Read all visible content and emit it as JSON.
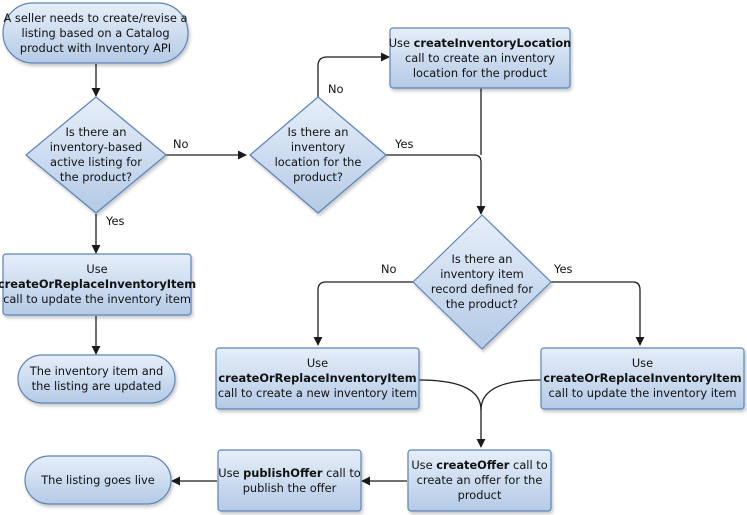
{
  "nodes": {
    "start": {
      "lines": [
        "A seller needs to create/revise a",
        "listing based on a Catalog",
        "product with Inventory API"
      ]
    },
    "q_active_listing": {
      "lines": [
        "Is there an",
        "inventory-based",
        "active listing for",
        "the product?"
      ]
    },
    "q_location": {
      "lines": [
        "Is there an",
        "inventory",
        "location for the",
        "product?"
      ]
    },
    "create_location": {
      "line1_prefix": "Use ",
      "line1_bold": "createInventoryLocation",
      "lines_rest": [
        "call to create an inventory",
        "location for the product"
      ]
    },
    "update_item_left": {
      "line1": "Use",
      "line2_bold": "createOrReplaceInventoryItem",
      "line3": "call to update the inventory item"
    },
    "end_updated": {
      "lines": [
        "The inventory item and",
        "the listing are updated"
      ]
    },
    "q_item_record": {
      "lines": [
        "Is there an",
        "inventory item",
        "record defined for",
        "the product?"
      ]
    },
    "create_new_item": {
      "line1": "Use",
      "line2_bold": "createOrReplaceInventoryItem",
      "line3": "call to create a new inventory item"
    },
    "update_item_right": {
      "line1": "Use",
      "line2_bold": "createOrReplaceInventoryItem",
      "line3": "call to update the inventory item"
    },
    "create_offer": {
      "line1_prefix": "Use ",
      "line1_bold": "createOffer",
      "line1_suffix": " call to",
      "lines_rest": [
        "create an offer for the",
        "product"
      ]
    },
    "publish_offer": {
      "line1_prefix": "Use ",
      "line1_bold": "publishOffer",
      "line1_suffix": " call to",
      "lines_rest": [
        "publish the offer"
      ]
    },
    "end_live": {
      "lines": [
        "The listing goes live"
      ]
    }
  },
  "edge_labels": {
    "active_no": "No",
    "active_yes": "Yes",
    "location_no": "No",
    "location_yes": "Yes",
    "record_no": "No",
    "record_yes": "Yes"
  },
  "colors": {
    "fill_top": "#e4eefa",
    "fill_bottom": "#b7cde9",
    "stroke": "#5b84b8",
    "line": "#1f1f1f"
  }
}
